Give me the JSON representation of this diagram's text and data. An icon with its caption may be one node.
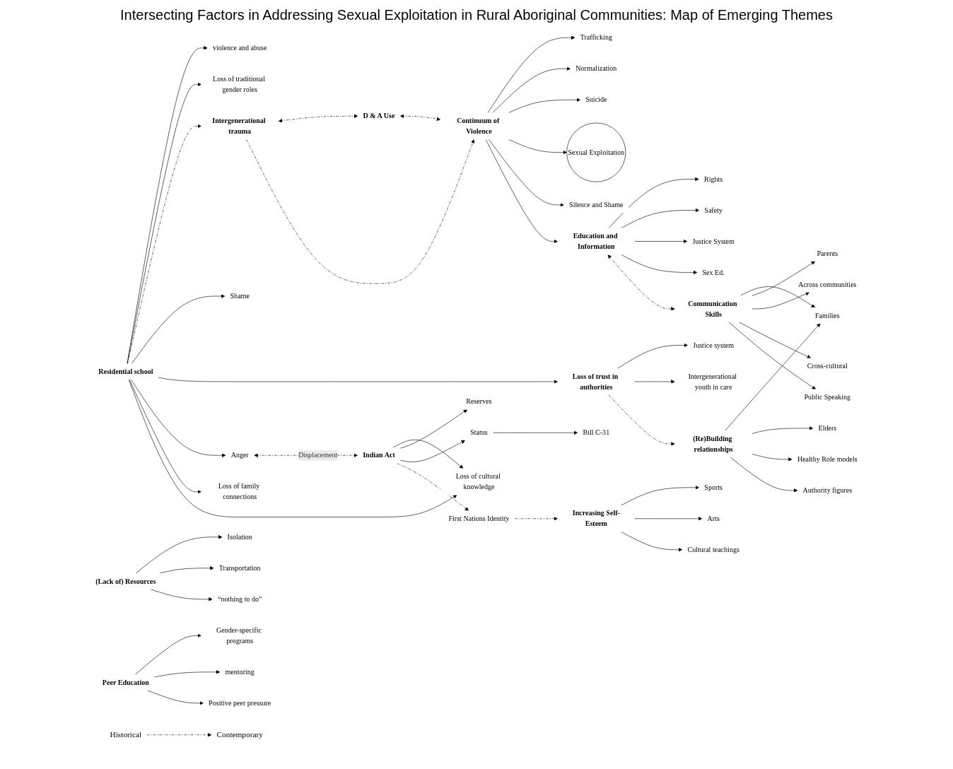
{
  "diagram": {
    "title": "Intersecting Factors in Addressing Sexual Exploitation in Rural Aboriginal Communities: Map of Emerging Themes",
    "nodes": [
      {
        "text": [
          "Intergenerational trauma"
        ]
      },
      {
        "text": [
          "D & A Use"
        ]
      },
      {
        "text": [
          "Normalization"
        ]
      },
      {
        "text": [
          "Trafficking"
        ]
      },
      {
        "text": [
          "violence and abuse"
        ]
      },
      {
        "text": [
          "Loss of traditional gender roles"
        ]
      },
      {
        "text": [
          "Suicide"
        ]
      },
      {
        "text": [
          "Continuum of Violence"
        ]
      },
      {
        "text": [
          "Sexual Exploitation"
        ]
      },
      {
        "text": [
          "Shame"
        ]
      },
      {
        "text": [
          "Silence and Shame"
        ]
      },
      {
        "text": [
          "Justice system"
        ]
      },
      {
        "text": [
          "Rights"
        ]
      },
      {
        "text": [
          "Safety"
        ]
      },
      {
        "text": [
          "Residential school"
        ]
      },
      {
        "text": [
          "Loss of trust in authorities"
        ]
      },
      {
        "text": [
          "Education and Information"
        ]
      },
      {
        "text": [
          "Anger"
        ]
      },
      {
        "text": [
          "Justice System"
        ]
      },
      {
        "text": [
          "Sex Ed."
        ]
      },
      {
        "text": [
          "Loss of family connections"
        ]
      },
      {
        "text": [
          "Isolation"
        ]
      },
      {
        "text": [
          "Across communities"
        ]
      },
      {
        "text": [
          "Parents"
        ]
      },
      {
        "text": [
          "(Lack of) Resources"
        ]
      },
      {
        "text": [
          "Families"
        ]
      },
      {
        "text": [
          "Intergenerational youth in care"
        ]
      },
      {
        "text": [
          "“nothing to do”"
        ]
      },
      {
        "text": [
          "Cross-cultural"
        ]
      },
      {
        "text": [
          "Transportation"
        ]
      },
      {
        "text": [
          "Communication Skills"
        ]
      },
      {
        "text": [
          "Loss of cultural knowledge"
        ]
      },
      {
        "text": [
          "Elders"
        ]
      },
      {
        "text": [
          "Public Speaking"
        ]
      },
      {
        "text": [
          "(Re)Building relationships"
        ]
      },
      {
        "text": [
          "Gender-specific programs"
        ]
      },
      {
        "text": [
          "Healthy Role models"
        ]
      },
      {
        "text": [
          "Indian Act"
        ]
      },
      {
        "text": [
          "Reserves"
        ]
      },
      {
        "text": [
          "Status"
        ]
      },
      {
        "text": [
          "Authority figures"
        ]
      },
      {
        "text": [
          "Peer Education"
        ]
      },
      {
        "text": [
          "First Nations Identity"
        ]
      },
      {
        "text": [
          "Positive peer pressure"
        ]
      },
      {
        "text": [
          "Bill C-31"
        ]
      },
      {
        "text": [
          "Increasing Self-Esteem"
        ]
      },
      {
        "text": [
          "Sports"
        ]
      },
      {
        "text": [
          "mentoring"
        ]
      },
      {
        "text": [
          "Cultural teachings"
        ]
      },
      {
        "text": [
          "Arts"
        ]
      },
      {
        "text": [
          "Historical"
        ]
      },
      {
        "text": [
          "Contemporary"
        ]
      }
    ],
    "edges": [
      {
        "from": 0,
        "to": 1,
        "arrow": "both",
        "style": "dashed"
      },
      {
        "from": 0,
        "to": 7,
        "arrow": "to",
        "style": "dashed"
      },
      {
        "from": 1,
        "to": 7,
        "arrow": "both",
        "style": "dashed"
      },
      {
        "from": 7,
        "to": 3,
        "arrow": "to"
      },
      {
        "from": 7,
        "to": 2,
        "arrow": "to"
      },
      {
        "from": 7,
        "to": 6,
        "arrow": "to"
      },
      {
        "from": 7,
        "to": 8,
        "arrow": "to"
      },
      {
        "from": 7,
        "to": 10,
        "arrow": "to"
      },
      {
        "from": 7,
        "to": 16,
        "arrow": "to"
      },
      {
        "from": 14,
        "to": 4,
        "arrow": "to"
      },
      {
        "from": 14,
        "to": 5,
        "arrow": "to"
      },
      {
        "from": 14,
        "to": 0,
        "arrow": "to",
        "style": "dashed"
      },
      {
        "from": 14,
        "to": 9,
        "arrow": "to"
      },
      {
        "from": 14,
        "to": 15,
        "arrow": "to"
      },
      {
        "from": 14,
        "to": 17,
        "arrow": "to"
      },
      {
        "from": 14,
        "to": 20,
        "arrow": "to"
      },
      {
        "from": 14,
        "to": 31,
        "arrow": "to"
      },
      {
        "from": 15,
        "to": 11,
        "arrow": "to"
      },
      {
        "from": 15,
        "to": 26,
        "arrow": "to"
      },
      {
        "from": 15,
        "to": 34,
        "arrow": "to",
        "style": "dashed"
      },
      {
        "from": 16,
        "to": 12,
        "arrow": "to"
      },
      {
        "from": 16,
        "to": 13,
        "arrow": "to"
      },
      {
        "from": 16,
        "to": 18,
        "arrow": "to"
      },
      {
        "from": 16,
        "to": 19,
        "arrow": "to"
      },
      {
        "from": 16,
        "to": 30,
        "arrow": "both",
        "style": "dashed"
      },
      {
        "from": 17,
        "to": 37,
        "label": "Displacement",
        "arrow": "both",
        "style": "dashed"
      },
      {
        "from": 24,
        "to": 21,
        "arrow": "to"
      },
      {
        "from": 24,
        "to": 29,
        "arrow": "to"
      },
      {
        "from": 24,
        "to": 27,
        "arrow": "to"
      },
      {
        "from": 30,
        "to": 25,
        "arrow": "to"
      },
      {
        "from": 30,
        "to": 23,
        "arrow": "to"
      },
      {
        "from": 30,
        "to": 22,
        "arrow": "to"
      },
      {
        "from": 30,
        "to": 28,
        "arrow": "to"
      },
      {
        "from": 30,
        "to": 33,
        "arrow": "to"
      },
      {
        "from": 34,
        "to": 25,
        "arrow": "to"
      },
      {
        "from": 34,
        "to": 32,
        "arrow": "to"
      },
      {
        "from": 34,
        "to": 36,
        "arrow": "to"
      },
      {
        "from": 34,
        "to": 40,
        "arrow": "to"
      },
      {
        "from": 37,
        "to": 31,
        "arrow": "to"
      },
      {
        "from": 37,
        "to": 38,
        "arrow": "to"
      },
      {
        "from": 37,
        "to": 39,
        "arrow": "to"
      },
      {
        "from": 37,
        "to": 42,
        "arrow": "to",
        "style": "dashed"
      },
      {
        "from": 39,
        "to": 44,
        "arrow": "to"
      },
      {
        "from": 41,
        "to": 35,
        "arrow": "to"
      },
      {
        "from": 41,
        "to": 47,
        "arrow": "to"
      },
      {
        "from": 41,
        "to": 43,
        "arrow": "to"
      },
      {
        "from": 42,
        "to": 45,
        "arrow": "to",
        "style": "dashed"
      },
      {
        "from": 45,
        "to": 46,
        "arrow": "to"
      },
      {
        "from": 45,
        "to": 49,
        "arrow": "to"
      },
      {
        "from": 45,
        "to": 48,
        "arrow": "to"
      },
      {
        "from": 50,
        "to": 51,
        "arrow": "to",
        "style": "dashed"
      }
    ]
  }
}
